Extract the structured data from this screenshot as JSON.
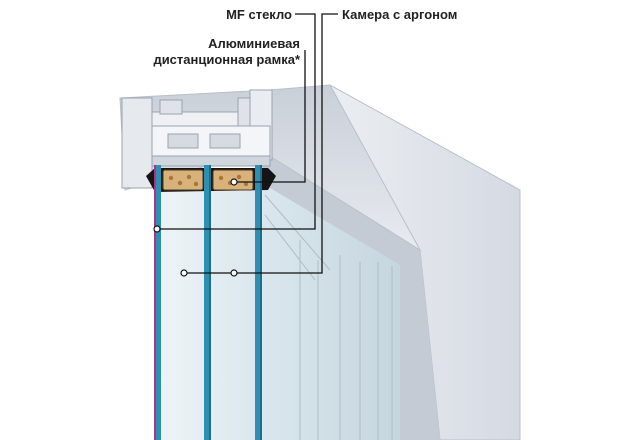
{
  "labels": {
    "mf_glass": "MF стекло",
    "argon_chamber": "Камера с аргоном",
    "spacer_line1": "Алюминиевая",
    "spacer_line2": "дистанционная рамка*"
  },
  "colors": {
    "background": "#ffffff",
    "frame_light": "#e9ecf1",
    "frame_mid": "#cfd5de",
    "frame_dark": "#9aa3b0",
    "glass_pane": "#2f8fb0",
    "glass_pane_dark": "#1d6d8c",
    "mf_coating": "#b0308a",
    "spacer_fill": "#d8b27a",
    "sealant": "#151515",
    "glass_body": "#dde8ee",
    "callout_line": "#111111"
  }
}
